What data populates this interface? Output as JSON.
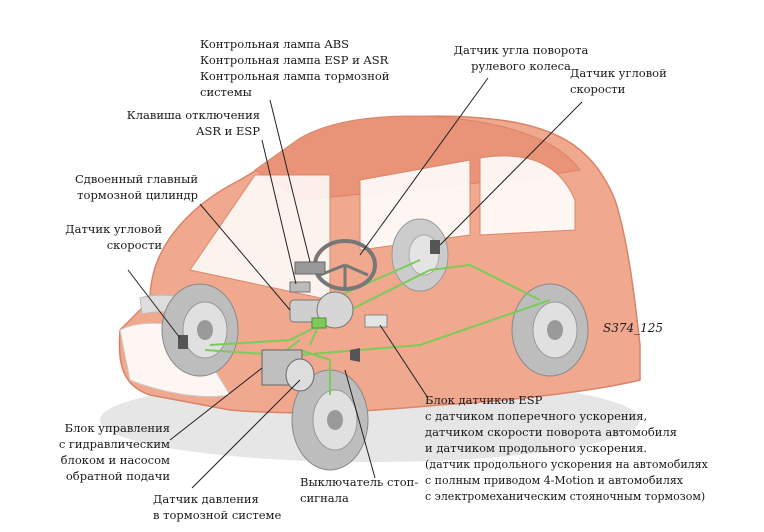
{
  "labels": {
    "abs_warning": "Контрольная лампа ABS",
    "esp_asr_warning": "Контрольная лампа ESP и ASR",
    "brake_warning_1": "Контрольная лампа тормозной",
    "brake_warning_2": "системы",
    "asr_esp_switch_1": "Клавиша отключения",
    "asr_esp_switch_2": "ASR и ESP",
    "master_cylinder_1": "Сдвоенный главный",
    "master_cylinder_2": "тормозной цилиндр",
    "wheel_speed_left_1": "Датчик угловой",
    "wheel_speed_left_2": "скорости",
    "steering_angle_1": "Датчик угла поворота",
    "steering_angle_2": "рулевого колеса",
    "wheel_speed_right_1": "Датчик угловой",
    "wheel_speed_right_2": "скорости",
    "control_unit_1": "Блок управления",
    "control_unit_2": "с гидравлическим",
    "control_unit_3": "блоком и насосом",
    "control_unit_4": "обратной подачи",
    "pressure_sensor_1": "Датчик давления",
    "pressure_sensor_2": "в тормозной системе",
    "brake_light_switch_1": "Выключатель стоп-",
    "brake_light_switch_2": "сигнала",
    "esp_sensor_1": "Блок датчиков ESP",
    "esp_sensor_2": "с датчиком поперечного ускорения,",
    "esp_sensor_3": "датчиком скорости поворота автомобиля",
    "esp_sensor_4": "и датчиком продольного ускорения.",
    "esp_sensor_5": "(датчик продольного ускорения на автомобилях",
    "esp_sensor_6": "с полным приводом 4-Motion и автомобилях",
    "esp_sensor_7": "с электромеханическим стояночным тормозом)"
  },
  "figure_code": "S374_125",
  "colors": {
    "body": "#f0a88e",
    "body_dark": "#e07f62",
    "glass": "#ffffff",
    "tire": "#b9b9b9",
    "rim": "#d8d8d8",
    "brake_line": "#7ccb5a",
    "leader": "#222222"
  }
}
